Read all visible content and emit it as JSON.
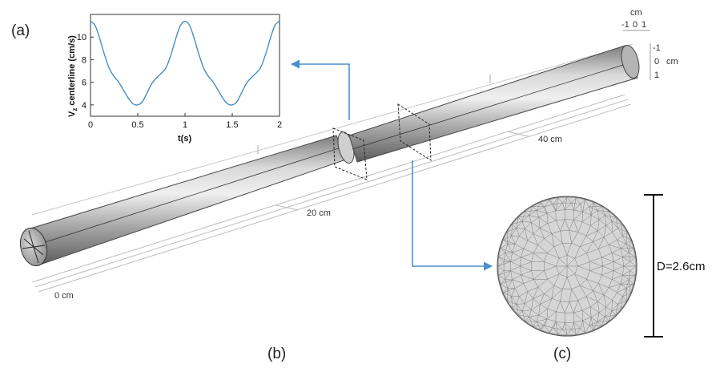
{
  "panels": {
    "a": "(a)",
    "b": "(b)",
    "c": "(c)"
  },
  "chart_data": {
    "type": "line",
    "xlabel": "t(s)",
    "ylabel_main": "V",
    "ylabel_sub": "z",
    "ylabel_rest": " centerline (cm/s)",
    "xlim": [
      0,
      2
    ],
    "ylim": [
      3,
      12
    ],
    "x_ticks": [
      "0",
      "0.5",
      "1",
      "1.5",
      "2"
    ],
    "y_ticks": [
      "4",
      "6",
      "8",
      "10"
    ],
    "series": [
      {
        "color": "#3a87c6",
        "x": [
          0,
          0.05,
          0.1,
          0.15,
          0.2,
          0.25,
          0.3,
          0.35,
          0.4,
          0.45,
          0.5,
          0.55,
          0.6,
          0.65,
          0.7,
          0.75,
          0.8,
          0.85,
          0.9,
          0.95,
          1.0,
          1.05,
          1.1,
          1.15,
          1.2,
          1.25,
          1.3,
          1.35,
          1.4,
          1.45,
          1.5,
          1.55,
          1.6,
          1.65,
          1.7,
          1.75,
          1.8,
          1.85,
          1.9,
          1.95,
          2.0
        ],
        "y": [
          11.4,
          11.0,
          9.8,
          8.4,
          7.2,
          6.5,
          6.0,
          5.3,
          4.6,
          4.1,
          4.0,
          4.3,
          5.1,
          5.9,
          6.4,
          6.8,
          7.3,
          8.4,
          9.8,
          11.0,
          11.4,
          11.0,
          9.8,
          8.4,
          7.2,
          6.5,
          6.0,
          5.3,
          4.6,
          4.1,
          4.0,
          4.3,
          5.1,
          5.9,
          6.4,
          6.8,
          7.3,
          8.4,
          9.8,
          11.0,
          11.4
        ]
      }
    ]
  },
  "ruler": {
    "r0": "0 cm",
    "r20": "20 cm",
    "r40": "40 cm"
  },
  "axis_triad": {
    "unit_top": "cm",
    "top_ticks": [
      "-1",
      "0",
      "1"
    ],
    "right_ticks": [
      "-1",
      "0",
      "1"
    ],
    "unit_right": "cm"
  },
  "diameter_label": "D=2.6cm"
}
